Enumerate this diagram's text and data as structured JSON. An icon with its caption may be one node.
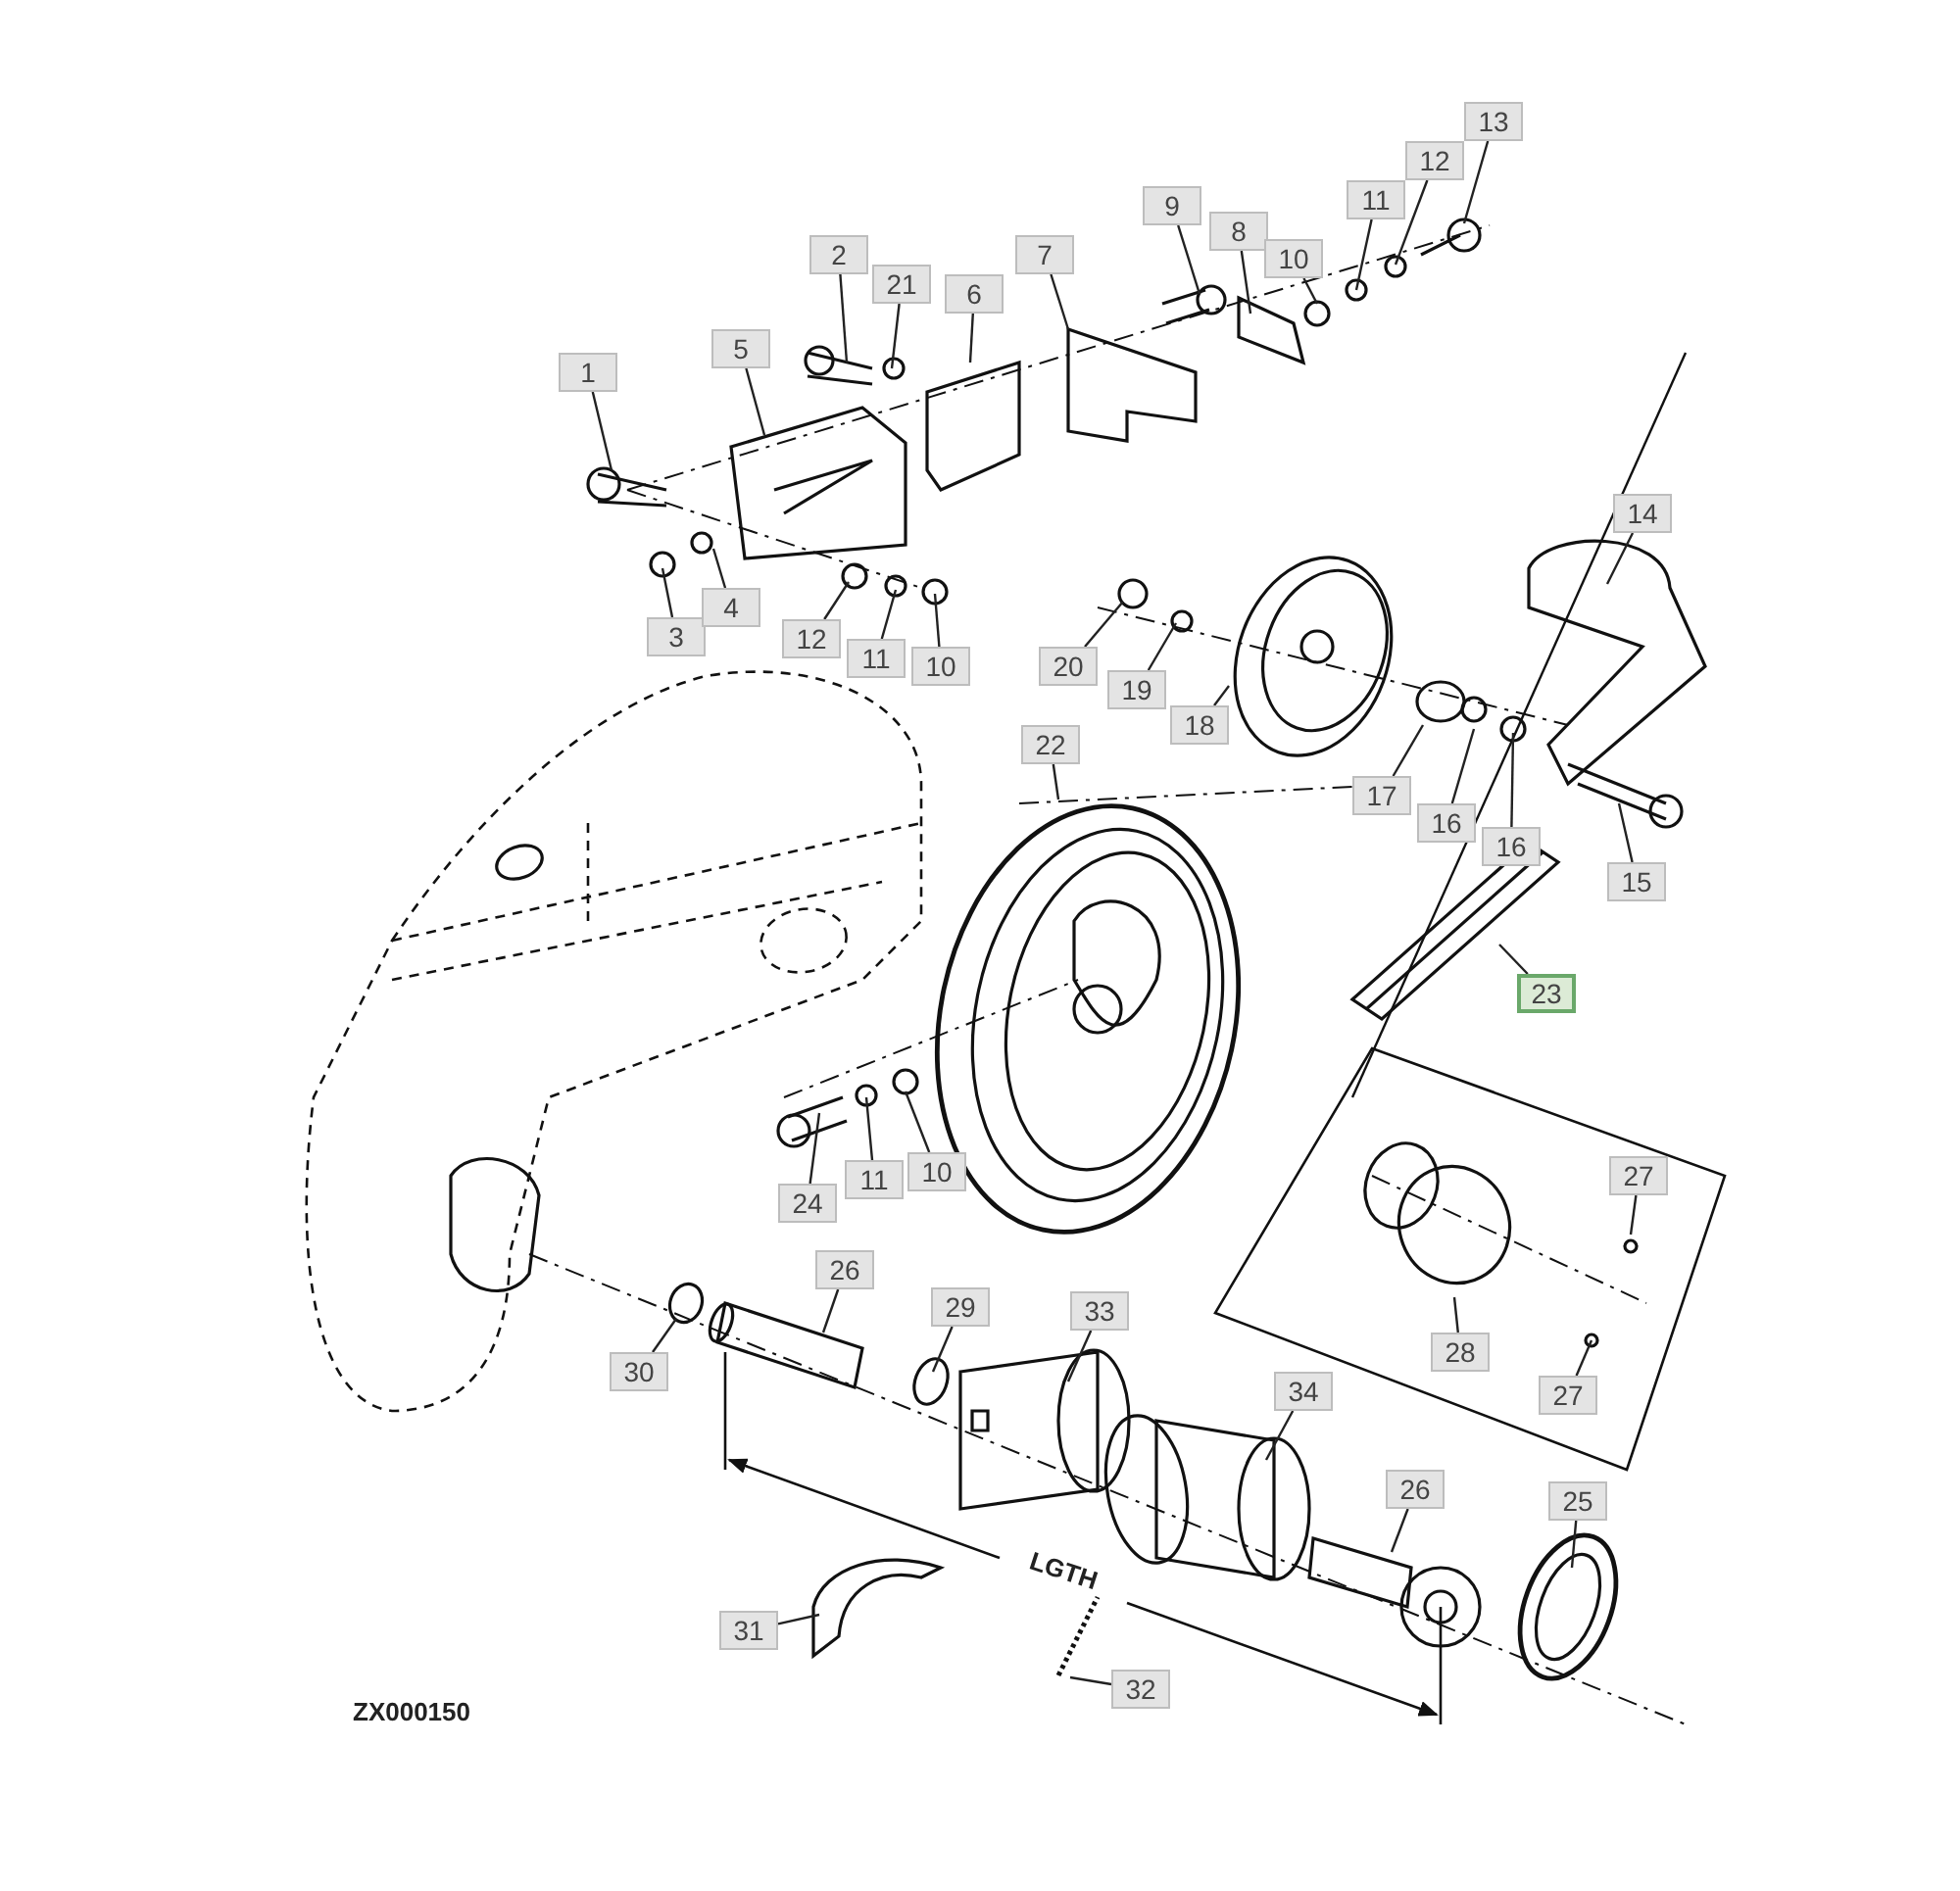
{
  "diagram": {
    "nodes": [
      {
        "text": [
          "1"
        ]
      },
      {
        "text": [
          "2"
        ]
      },
      {
        "text": [
          "21"
        ]
      },
      {
        "text": [
          "6"
        ]
      },
      {
        "text": [
          "7"
        ]
      },
      {
        "text": [
          "9"
        ]
      },
      {
        "text": [
          "8"
        ]
      },
      {
        "text": [
          "10"
        ]
      },
      {
        "text": [
          "11"
        ]
      },
      {
        "text": [
          "12"
        ]
      },
      {
        "text": [
          "13"
        ]
      },
      {
        "text": [
          "5"
        ]
      },
      {
        "text": [
          "3"
        ]
      },
      {
        "text": [
          "4"
        ]
      },
      {
        "text": [
          "12"
        ]
      },
      {
        "text": [
          "11"
        ]
      },
      {
        "text": [
          "10"
        ]
      },
      {
        "text": [
          "20"
        ]
      },
      {
        "text": [
          "19"
        ]
      },
      {
        "text": [
          "18"
        ]
      },
      {
        "text": [
          "14"
        ]
      },
      {
        "text": [
          "22"
        ]
      },
      {
        "text": [
          "17"
        ]
      },
      {
        "text": [
          "16"
        ]
      },
      {
        "text": [
          "16"
        ]
      },
      {
        "text": [
          "15"
        ]
      },
      {
        "text": [
          "23"
        ]
      },
      {
        "text": [
          "24"
        ]
      },
      {
        "text": [
          "11"
        ]
      },
      {
        "text": [
          "10"
        ]
      },
      {
        "text": [
          "27"
        ]
      },
      {
        "text": [
          "28"
        ]
      },
      {
        "text": [
          "27"
        ]
      },
      {
        "text": [
          "30"
        ]
      },
      {
        "text": [
          "26"
        ]
      },
      {
        "text": [
          "29"
        ]
      },
      {
        "text": [
          "33"
        ]
      },
      {
        "text": [
          "34"
        ]
      },
      {
        "text": [
          "26"
        ]
      },
      {
        "text": [
          "25"
        ]
      },
      {
        "text": [
          "31"
        ]
      },
      {
        "text": [
          "32"
        ]
      }
    ],
    "edges": [
      {
        "from": 0,
        "to": null,
        "arrow": "none"
      },
      {
        "from": 1,
        "to": null,
        "arrow": "none"
      },
      {
        "from": 2,
        "to": null,
        "arrow": "none"
      },
      {
        "from": 3,
        "to": null,
        "arrow": "none"
      },
      {
        "from": 4,
        "to": null,
        "arrow": "none"
      },
      {
        "from": 5,
        "to": null,
        "arrow": "none"
      },
      {
        "from": 6,
        "to": null,
        "arrow": "none"
      },
      {
        "from": 7,
        "to": null,
        "arrow": "none"
      },
      {
        "from": 8,
        "to": null,
        "arrow": "none"
      },
      {
        "from": 9,
        "to": null,
        "arrow": "none"
      },
      {
        "from": 10,
        "to": null,
        "arrow": "none"
      },
      {
        "from": 11,
        "to": null,
        "arrow": "none"
      },
      {
        "from": 12,
        "to": null,
        "arrow": "none"
      },
      {
        "from": 13,
        "to": null,
        "arrow": "none"
      },
      {
        "from": 14,
        "to": null,
        "arrow": "none"
      },
      {
        "from": 15,
        "to": null,
        "arrow": "none"
      },
      {
        "from": 16,
        "to": null,
        "arrow": "none"
      },
      {
        "from": 17,
        "to": null,
        "arrow": "none"
      },
      {
        "from": 18,
        "to": null,
        "arrow": "none"
      },
      {
        "from": 19,
        "to": null,
        "arrow": "none"
      },
      {
        "from": 20,
        "to": null,
        "arrow": "none"
      },
      {
        "from": 21,
        "to": null,
        "arrow": "none"
      },
      {
        "from": 22,
        "to": null,
        "arrow": "none"
      },
      {
        "from": 23,
        "to": null,
        "arrow": "none"
      },
      {
        "from": 24,
        "to": null,
        "arrow": "none"
      },
      {
        "from": 25,
        "to": null,
        "arrow": "none"
      },
      {
        "from": 26,
        "to": null,
        "arrow": "none"
      },
      {
        "from": 27,
        "to": null,
        "arrow": "none"
      },
      {
        "from": 28,
        "to": null,
        "arrow": "none"
      },
      {
        "from": 29,
        "to": null,
        "arrow": "none"
      },
      {
        "from": 30,
        "to": null,
        "arrow": "none"
      },
      {
        "from": 31,
        "to": null,
        "arrow": "none"
      },
      {
        "from": 32,
        "to": null,
        "arrow": "none"
      },
      {
        "from": 33,
        "to": null,
        "arrow": "none"
      },
      {
        "from": 34,
        "to": null,
        "arrow": "none"
      },
      {
        "from": 35,
        "to": null,
        "arrow": "none"
      },
      {
        "from": 36,
        "to": null,
        "arrow": "none"
      },
      {
        "from": 37,
        "to": null,
        "arrow": "none"
      },
      {
        "from": 38,
        "to": null,
        "arrow": "none"
      },
      {
        "from": 39,
        "to": null,
        "arrow": "none"
      },
      {
        "from": 40,
        "to": null,
        "arrow": "none"
      },
      {
        "from": 41,
        "to": null,
        "arrow": "none"
      }
    ],
    "labels": [
      "LGTH",
      "ZX000150"
    ]
  }
}
